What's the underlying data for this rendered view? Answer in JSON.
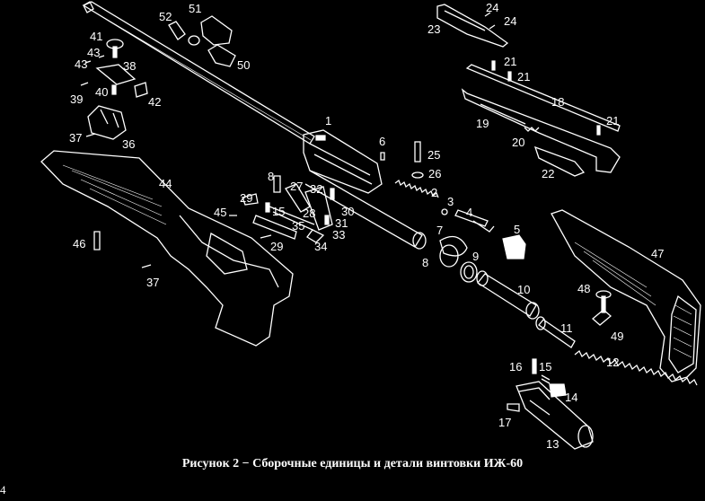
{
  "caption": "Рисунок 2 − Сборочные единицы и детали винтовки ИЖ-60",
  "page_number": "4",
  "part_labels": [
    "1",
    "2",
    "3",
    "4",
    "5",
    "6",
    "7",
    "8",
    "8",
    "9",
    "10",
    "11",
    "12",
    "13",
    "14",
    "15",
    "15",
    "16",
    "17",
    "18",
    "19",
    "20",
    "21",
    "21",
    "21",
    "22",
    "23",
    "24",
    "24",
    "25",
    "26",
    "27",
    "28",
    "29",
    "29",
    "30",
    "31",
    "32",
    "33",
    "34",
    "35",
    "36",
    "37",
    "37",
    "38",
    "39",
    "40",
    "41",
    "42",
    "43",
    "43",
    "44",
    "45",
    "46",
    "47",
    "48",
    "49",
    "50",
    "51",
    "52"
  ]
}
